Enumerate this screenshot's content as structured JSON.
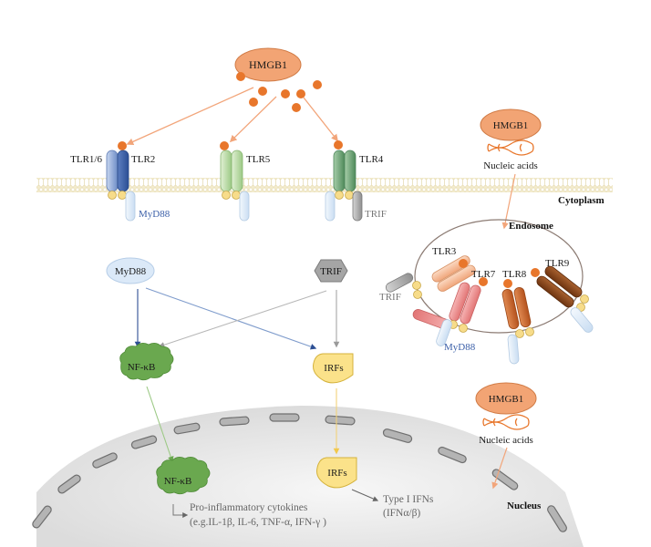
{
  "title": "HMGB1-TLR signaling pathway",
  "colors": {
    "hmgb1": "#f0a070",
    "hmgb1_dot": "#e8762b",
    "membrane": "#efe6c4",
    "tlr2": "#3f63a8",
    "tlr5": "#a8d08d",
    "tlr4": "#5f9a68",
    "tlr3": "#f4b38a",
    "tlr7": "#ef8c8c",
    "tlr8": "#c8622a",
    "tlr9": "#8b4518",
    "myd88": "#dbe9f7",
    "trif": "#a9a9a9",
    "nfkb": "#6aa84f",
    "irfs": "#fbe28a",
    "nucleus": "#e6e6e6",
    "nuclear_pore": "#b5b5b5"
  },
  "extracellular": {
    "hmgb1_label": "HMGB1",
    "receptors": [
      {
        "id": "tlr1-6",
        "label": "TLR1/6"
      },
      {
        "id": "tlr2",
        "label": "TLR2"
      },
      {
        "id": "tlr5",
        "label": "TLR5"
      },
      {
        "id": "tlr4",
        "label": "TLR4"
      }
    ],
    "adaptor_myd88": "MyD88",
    "adaptor_trif": "TRIF"
  },
  "endosome": {
    "hmgb1_label": "HMGB1",
    "nucleic_acids_label": "Nucleic acids",
    "title": "Endosome",
    "receptors": [
      {
        "id": "tlr3",
        "label": "TLR3"
      },
      {
        "id": "tlr7",
        "label": "TLR7"
      },
      {
        "id": "tlr8",
        "label": "TLR8"
      },
      {
        "id": "tlr9",
        "label": "TLR9"
      }
    ],
    "adaptor_trif": "TRIF",
    "adaptor_myd88": "MyD88"
  },
  "compartments": {
    "cytoplasm": "Cytoplasm",
    "nucleus": "Nucleus"
  },
  "signaling": {
    "myd88": "MyD88",
    "trif": "TRIF",
    "nfkb": "NF-κB",
    "irfs": "IRFs"
  },
  "nucleus": {
    "hmgb1_label": "HMGB1",
    "nucleic_acids_label": "Nucleic acids",
    "nfkb": "NF-κB",
    "irfs": "IRFs",
    "nfkb_output_line1": "Pro-inflammatory cytokines",
    "nfkb_output_line2": "(e.g.IL-1β, IL-6, TNF-α, IFN-γ )",
    "irfs_output_line1": "Type I IFNs",
    "irfs_output_line2": "(IFNα/β)"
  }
}
